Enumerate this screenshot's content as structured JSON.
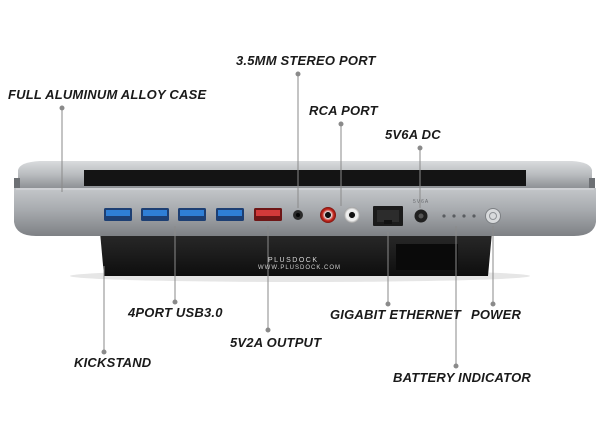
{
  "callouts": {
    "case": "FULL ALUMINUM ALLOY CASE",
    "stereo": "3.5MM STEREO PORT",
    "rca": "RCA PORT",
    "dc": "5V6A DC",
    "usb": "4PORT USB3.0",
    "output": "5V2A OUTPUT",
    "ethernet": "GIGABIT ETHERNET",
    "power": "POWER",
    "kickstand": "KICKSTAND",
    "battery": "BATTERY INDICATOR"
  },
  "device": {
    "brand": "PLUSDOCK",
    "website": "WWW.PLUSDOCK.COM",
    "dc_label": "5V6A"
  },
  "colors": {
    "usb3_blue": "#2f7fd6",
    "output_red": "#d23a3a",
    "rca_red": "#c8281e",
    "aluminum": "#a9acb0",
    "kickstand": "#161616"
  }
}
